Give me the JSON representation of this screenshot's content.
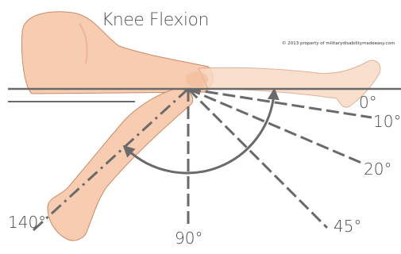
{
  "title": "Knee Flexion",
  "copyright": "© 2013 property of militarydisabilitymadeeasy.com",
  "angle_labels": {
    "deg_0": "0°",
    "deg_10": "10°",
    "deg_20": "20°",
    "deg_45": "45°",
    "deg_90": "90°",
    "deg_140": "140°"
  },
  "colors": {
    "skin": "#f7ccb0",
    "skin_shadow": "#e8a98a",
    "skin_outline": "#c98a6a",
    "line": "#6a6a6a",
    "text": "#4a4a4a"
  }
}
